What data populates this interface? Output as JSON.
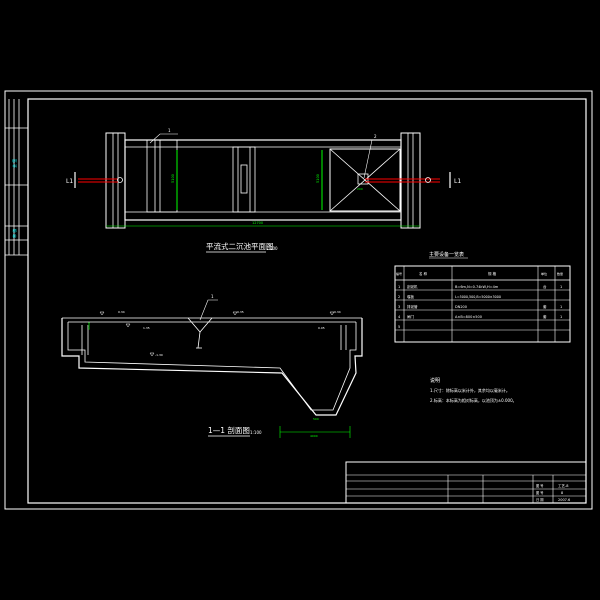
{
  "plan_view": {
    "title": "平流式二沉池平面图",
    "scale": "1:100",
    "label_left": "L1",
    "label_right": "L1",
    "callout_1": "1",
    "callout_2": "2",
    "dim_total": "12700",
    "dim_width_a": "5100",
    "dim_width_b": "5100",
    "dim_small": "200"
  },
  "section_view": {
    "title": "1—1 剖面图",
    "scale": "1:100",
    "callout": "1",
    "level_1": "0.34",
    "level_2": "0.35",
    "level_3": "1.35",
    "level_4": "-1.30",
    "level_5": "0.34",
    "slope": "0.05",
    "dim_hopper": "4000",
    "dim_bottom": "500"
  },
  "equipment_table": {
    "title": "主要设备一览表",
    "headers": [
      "编号",
      "名 称",
      "规 格",
      "单位",
      "数量"
    ],
    "rows": [
      {
        "no": "1",
        "name": "刮泥机",
        "spec": "B=6m,N=0.74kW,H=4m",
        "unit": "台",
        "qty": "1"
      },
      {
        "no": "2",
        "name": "堰板",
        "spec": "L=5000,500,B=5000×3000",
        "unit": "",
        "qty": ""
      },
      {
        "no": "3",
        "name": "排泥管",
        "spec": "DN200",
        "unit": "套",
        "qty": "1"
      },
      {
        "no": "4",
        "name": "闸门",
        "spec": "A×B=800×500",
        "unit": "套",
        "qty": "1"
      },
      {
        "no": "5",
        "name": "",
        "spec": "",
        "unit": "",
        "qty": ""
      }
    ]
  },
  "notes": {
    "title": "说明",
    "line1": "1.尺寸：除标高以米计外，其余均以毫米计。",
    "line2": "2.标高：本标高为相对标高，以池顶为±0.000。"
  },
  "title_block": {
    "drawing_no_label": "图 号",
    "drawing_no": "工艺-8",
    "sheet_label": "图 号",
    "sheet": "8",
    "date_label": "日 期",
    "date": "2007.6"
  },
  "side_strip": {
    "label_a": "会 签",
    "label_b": "审 核"
  },
  "colors": {
    "background": "#000000",
    "line": "#ffffff",
    "dim": "#00ff00",
    "accent": "#ff0000",
    "label": "#ffff00"
  }
}
